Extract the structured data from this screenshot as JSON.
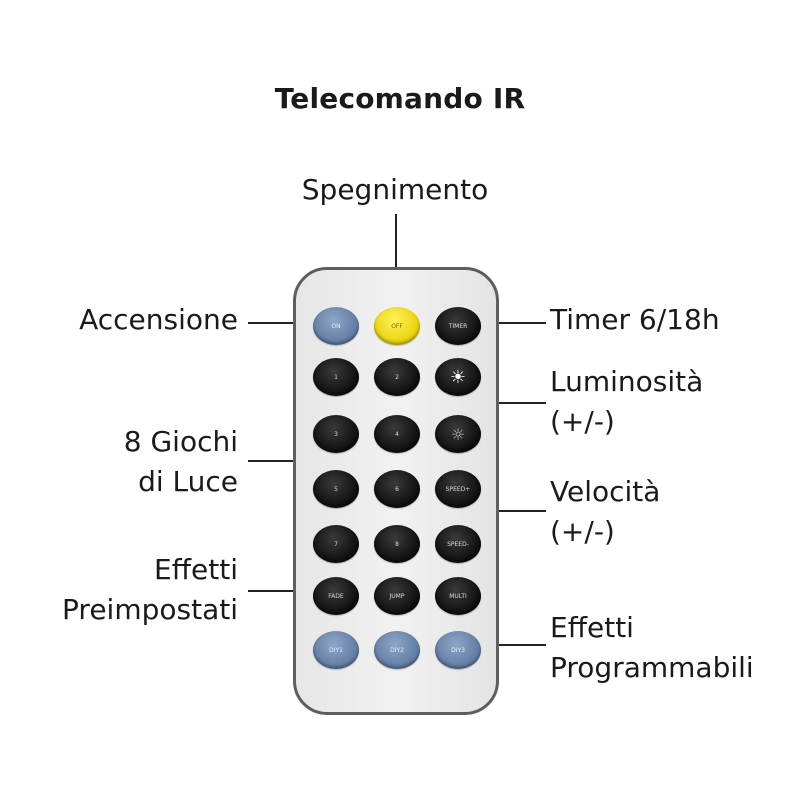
{
  "title": "Telecomando IR",
  "labels": {
    "spegnimento": "Spegnimento",
    "accensione": "Accensione",
    "timer": "Timer 6/18h",
    "luminosita": [
      "Luminosità",
      "(+/-)"
    ],
    "giochi": [
      "8 Giochi",
      "di Luce"
    ],
    "velocita": [
      "Velocità",
      "(+/-)"
    ],
    "effetti_preimpostati": [
      "Effetti",
      "Preimpostati"
    ],
    "effetti_programmabili": [
      "Effetti",
      "Programmabili"
    ]
  },
  "remote": {
    "rows": [
      [
        {
          "label": "ON",
          "color": "blue"
        },
        {
          "label": "OFF",
          "color": "yellow"
        },
        {
          "label": "TIMER",
          "color": "black"
        }
      ],
      [
        {
          "label": "1",
          "color": "black"
        },
        {
          "label": "2",
          "color": "black"
        },
        {
          "label": "☀",
          "color": "black",
          "icon": "brightness-up-icon"
        }
      ],
      [
        {
          "label": "3",
          "color": "black"
        },
        {
          "label": "4",
          "color": "black"
        },
        {
          "label": "☼",
          "color": "black",
          "icon": "brightness-down-icon"
        }
      ],
      [
        {
          "label": "5",
          "color": "black"
        },
        {
          "label": "6",
          "color": "black"
        },
        {
          "label": "SPEED+",
          "color": "black"
        }
      ],
      [
        {
          "label": "7",
          "color": "black"
        },
        {
          "label": "8",
          "color": "black"
        },
        {
          "label": "SPEED-",
          "color": "black"
        }
      ],
      [
        {
          "label": "FADE",
          "color": "black"
        },
        {
          "label": "JUMP",
          "color": "black"
        },
        {
          "label": "MULTI",
          "color": "black"
        }
      ],
      [
        {
          "label": "DIY1",
          "color": "blue"
        },
        {
          "label": "DIY2",
          "color": "blue"
        },
        {
          "label": "DIY3",
          "color": "blue"
        }
      ]
    ]
  },
  "colors": {
    "blue_button": "#6f89ae",
    "yellow_button": "#f2dd10",
    "black_button": "#141414",
    "remote_body": "#ececec"
  }
}
